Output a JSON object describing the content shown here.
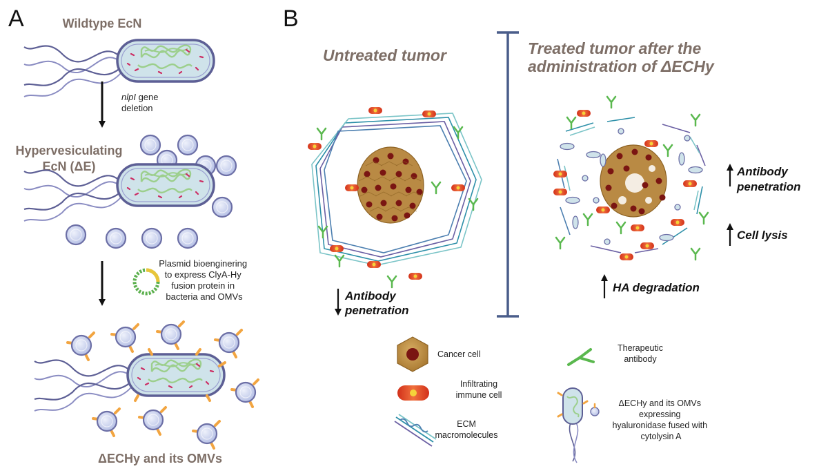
{
  "panel_a": {
    "letter": "A",
    "wildtype_label": "Wildtype EcN",
    "step1_gene": "nlpI",
    "step1_rest": " gene",
    "step1_line2": "deletion",
    "hyper_line1": "Hypervesiculating",
    "hyper_line2": "EcN (ΔE)",
    "plasmid_lines": [
      "Plasmid bioenginering",
      "to express ClyA-Hy",
      "fusion protein in",
      "bacteria and OMVs"
    ],
    "final_label": "ΔECHy and its OMVs"
  },
  "panel_b": {
    "letter": "B",
    "untreated_title": "Untreated tumor",
    "treated_title_line1": "Treated tumor after the",
    "treated_title_line2": "administration of ΔECHy",
    "antibody_down_line1": "Antibody",
    "antibody_down_line2": "penetration",
    "antibody_up_line1": "Antibody",
    "antibody_up_line2": "penetration",
    "cell_lysis": "Cell lysis",
    "ha_degradation": "HA degradation"
  },
  "legend": {
    "cancer_cell": "Cancer cell",
    "immune_line1": "Infiltrating",
    "immune_line2": "immune cell",
    "ecm_line1": "ECM",
    "ecm_line2": "macromolecules",
    "antibody_line1": "Therapeutic",
    "antibody_line2": "antibody",
    "echy_lines": [
      "ΔECHy and its OMVs",
      "expressing",
      "hyaluronidase fused with",
      "cytolysin A"
    ]
  },
  "colors": {
    "label_brown": "#7d6e66",
    "vesicle_fill": "#c9d2ee",
    "vesicle_stroke": "#6c6fa6",
    "bacterium_fill": "#cfe3ea",
    "dna_green": "#9ccf8c",
    "orange_protein": "#f2a541",
    "cancer_cell": "#b98a44",
    "nucleus": "#7a1512",
    "immune_cell": "#e2442a",
    "antibody_green": "#5ab84e",
    "bracket": "#4a5d8a"
  }
}
